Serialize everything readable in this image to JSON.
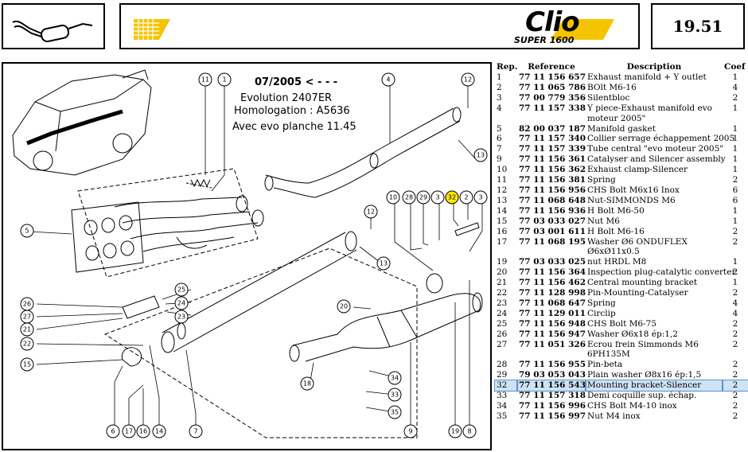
{
  "header": {
    "brand": "Clio",
    "brand_sub": "SUPER 1600",
    "page_number": "19.51",
    "accent_color": "#f5c400",
    "icon": "exhaust-silencer-icon"
  },
  "diagram": {
    "notes": {
      "date": "07/2005 < - - -",
      "evolution": "Evolution 2407ER",
      "homologation": "Homologation : A5636",
      "evo": "Avec evo planche 11.45"
    },
    "highlighted_callout": "32",
    "highlight_color": "#ffe600",
    "callouts": [
      "11",
      "1",
      "4",
      "12",
      "13",
      "5",
      "12",
      "13",
      "10",
      "28",
      "29",
      "3",
      "32",
      "2",
      "3",
      "25",
      "24",
      "23",
      "26",
      "27",
      "21",
      "22",
      "15",
      "20",
      "34",
      "33",
      "35",
      "18",
      "6",
      "17",
      "16",
      "14",
      "7",
      "9",
      "19",
      "8"
    ]
  },
  "parts_table": {
    "headers": {
      "rep": "Rep.",
      "ref": "Reference",
      "desc": "Description",
      "coef": "Coef"
    },
    "selected_rep": "32",
    "rows": [
      {
        "rep": "1",
        "ref": "77 11 156 657",
        "desc": "Exhaust manifold + Y outlet",
        "coef": "1"
      },
      {
        "rep": "2",
        "ref": "77 11 065 786",
        "desc": "BOlt M6-16",
        "coef": "4"
      },
      {
        "rep": "3",
        "ref": "77 00 779 356",
        "desc": "Silentbloc",
        "coef": "2"
      },
      {
        "rep": "4",
        "ref": "77 11 157 338",
        "desc": "Y piece-Exhaust manifold evo",
        "coef": "1"
      },
      {
        "rep": "",
        "ref": "",
        "desc": "moteur 2005\"",
        "coef": ""
      },
      {
        "rep": "5",
        "ref": "82 00 037 187",
        "desc": "Manifold gasket",
        "coef": "1"
      },
      {
        "rep": "6",
        "ref": "77 11 157 340",
        "desc": "Collier serrage échappement 2005",
        "coef": "1"
      },
      {
        "rep": "7",
        "ref": "77 11 157 339",
        "desc": "Tube central \"evo moteur 2005\"",
        "coef": "1"
      },
      {
        "rep": "9",
        "ref": "77 11 156 361",
        "desc": "Catalyser and Silencer assembly",
        "coef": "1"
      },
      {
        "rep": "10",
        "ref": "77 11 156 362",
        "desc": "Exhaust clamp-Silencer",
        "coef": "1"
      },
      {
        "rep": "11",
        "ref": "77 11 156 381",
        "desc": "Spring",
        "coef": "2"
      },
      {
        "rep": "12",
        "ref": "77 11 156 956",
        "desc": "CHS Bolt M6x16 Inox",
        "coef": "6"
      },
      {
        "rep": "13",
        "ref": "77 11 068 648",
        "desc": "Nut-SIMMONDS M6",
        "coef": "6"
      },
      {
        "rep": "14",
        "ref": "77 11 156 936",
        "desc": "H Bolt M6-50",
        "coef": "1"
      },
      {
        "rep": "15",
        "ref": "77 03 033 027",
        "desc": "Nut M6",
        "coef": "1"
      },
      {
        "rep": "16",
        "ref": "77 03 001 611",
        "desc": "H Bolt M6-16",
        "coef": "2"
      },
      {
        "rep": "17",
        "ref": "77 11 068 195",
        "desc": "Washer Ø6 ONDUFLEX",
        "coef": "2"
      },
      {
        "rep": "",
        "ref": "",
        "desc": "Ø6xØ11x0.5",
        "coef": ""
      },
      {
        "rep": "19",
        "ref": "77 03 033 025",
        "desc": "nut HRDL M8",
        "coef": "1"
      },
      {
        "rep": "20",
        "ref": "77 11 156 364",
        "desc": "Inspection plug-catalytic converter",
        "coef": "2"
      },
      {
        "rep": "21",
        "ref": "77 11 156 462",
        "desc": "Central mounting bracket",
        "coef": "1"
      },
      {
        "rep": "22",
        "ref": "77 11 128 998",
        "desc": "Pin-Mounting-Catalyser",
        "coef": "2"
      },
      {
        "rep": "23",
        "ref": "77 11 068 647",
        "desc": "Spring",
        "coef": "4"
      },
      {
        "rep": "24",
        "ref": "77 11 129 011",
        "desc": "Circlip",
        "coef": "4"
      },
      {
        "rep": "25",
        "ref": "77 11 156 948",
        "desc": "CHS Bolt M6-75",
        "coef": "2"
      },
      {
        "rep": "26",
        "ref": "77 11 156 947",
        "desc": "Washer Ø6x18 ép:1,2",
        "coef": "2"
      },
      {
        "rep": "27",
        "ref": "77 11 051 326",
        "desc": "Ecrou frein Simmonds M6",
        "coef": "2"
      },
      {
        "rep": "",
        "ref": "",
        "desc": "6PH135M",
        "coef": ""
      },
      {
        "rep": "28",
        "ref": "77 11 156 955",
        "desc": "Pin-beta",
        "coef": "2"
      },
      {
        "rep": "29",
        "ref": "79 03 053 043",
        "desc": "Plain washer Ø8x16 ép:1,5",
        "coef": "2"
      },
      {
        "rep": "32",
        "ref": "77 11 156 543",
        "desc": "Mounting bracket-Silencer",
        "coef": "2"
      },
      {
        "rep": "33",
        "ref": "77 11 157 318",
        "desc": "Demi coquille sup. échap.",
        "coef": "2"
      },
      {
        "rep": "34",
        "ref": "77 11 156 996",
        "desc": "CHS Bolt M4-10 inox",
        "coef": "2"
      },
      {
        "rep": "35",
        "ref": "77 11 156 997",
        "desc": "Nut M4 inox",
        "coef": "2"
      }
    ]
  }
}
